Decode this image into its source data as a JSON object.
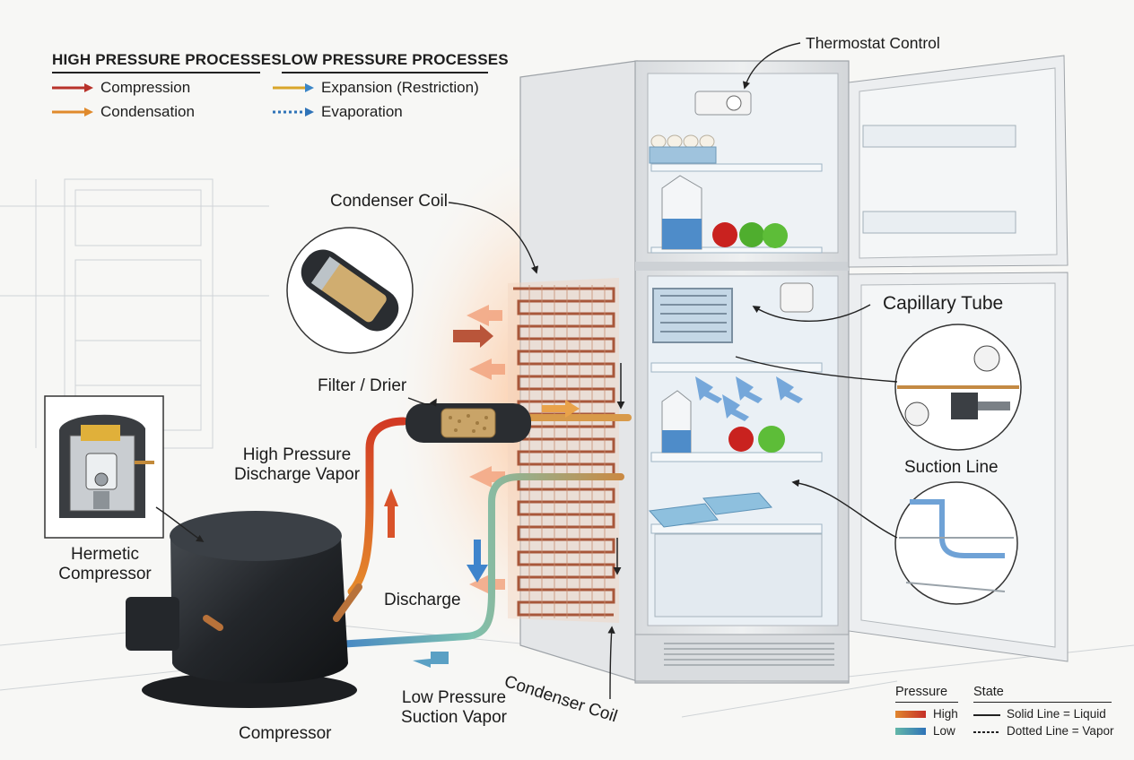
{
  "legend": {
    "high_title": "HIGH PRESSURE PROCESSES",
    "low_title": "LOW PRESSURE PROCESSES",
    "high_items": [
      {
        "label": "Compression",
        "color": "#b8322a"
      },
      {
        "label": "Condensation",
        "color": "#e08a2c"
      }
    ],
    "low_items": [
      {
        "label": "Expansion (Restriction)",
        "color": "#d9a62a"
      },
      {
        "label": "Evaporation",
        "color": "#2f73b8"
      }
    ]
  },
  "labels": {
    "thermostat": "Thermostat Control",
    "condenser_top": "Condenser Coil",
    "filter_drier": "Filter / Drier",
    "capillary": "Capillary Tube",
    "high_pressure_line1": "High Pressure",
    "high_pressure_line2": "Discharge Vapor",
    "suction_line": "Suction Line",
    "hermetic_line1": "Hermetic",
    "hermetic_line2": "Compressor",
    "discharge": "Discharge",
    "low_pressure_line1": "Low Pressure",
    "low_pressure_line2": "Suction Vapor",
    "compressor": "Compressor",
    "condenser_bottom": "Condenser Coil"
  },
  "key": {
    "pressure_title": "Pressure",
    "state_title": "State",
    "high": "High",
    "low": "Low",
    "solid": "Solid Line = Liquid",
    "dotted": "Dotted Line = Vapor"
  },
  "colors": {
    "high": "#c9372c",
    "low": "#2f79c2",
    "copper": "#b86a3c",
    "compressor": "#1f2226"
  }
}
